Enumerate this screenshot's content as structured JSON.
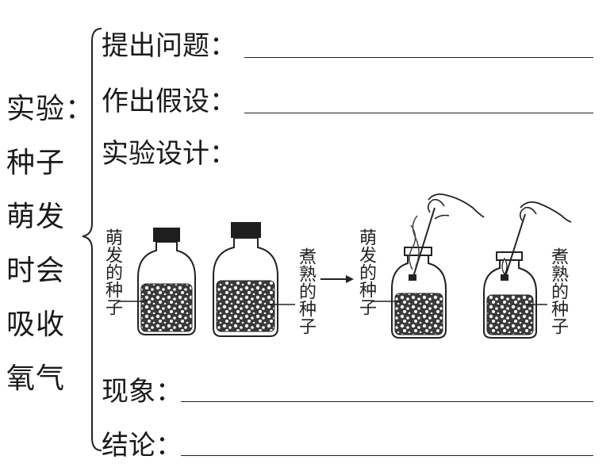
{
  "left_title": [
    "实验：",
    "种子",
    "萌发",
    "时会",
    "吸收",
    "氧气"
  ],
  "rows": {
    "problem": "提出问题：",
    "hypothesis": "作出假设：",
    "design": "实验设计：",
    "phenomenon": "现象：",
    "conclusion": "结论："
  },
  "labels": {
    "germinating_1": "萌发的种子",
    "boiled_1": "煮熟的种子",
    "germinating_2": "萌发的种子",
    "boiled_2": "煮熟的种子"
  }
}
